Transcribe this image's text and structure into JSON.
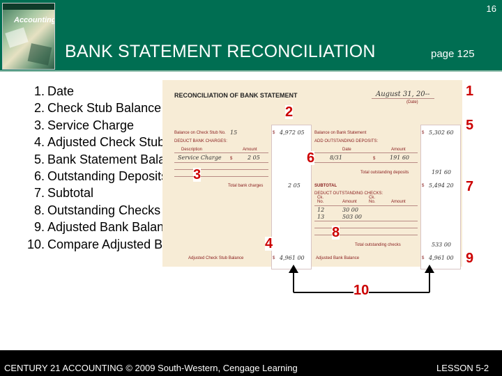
{
  "header": {
    "slide_number": "16",
    "title": "BANK STATEMENT RECONCILIATION",
    "page_ref": "page 125",
    "book_label": "Accounting"
  },
  "steps": [
    {
      "num": "1.",
      "text": "Date"
    },
    {
      "num": "2.",
      "text": "Check Stub Balance"
    },
    {
      "num": "3.",
      "text": "Service Charge"
    },
    {
      "num": "4.",
      "text": "Adjusted Check Stub Balance"
    },
    {
      "num": "5.",
      "text": "Bank Statement Balance"
    },
    {
      "num": "6.",
      "text": "Outstanding Deposits"
    },
    {
      "num": "7.",
      "text": "Subtotal"
    },
    {
      "num": "8.",
      "text": "Outstanding Checks"
    },
    {
      "num": "9.",
      "text": "Adjusted Bank Balance"
    },
    {
      "num": "10.",
      "text": "Compare Adjusted Balances"
    }
  ],
  "form": {
    "title": "RECONCILIATION OF BANK STATEMENT",
    "date_value": "August 31, 20--",
    "date_label": "(Date)",
    "balance_check_stub_label": "Balance on Check Stub No.",
    "check_stub_no": "15",
    "check_stub_balance": "4,972 05",
    "deduct_bank_charges_label": "DEDUCT BANK CHARGES:",
    "add_deposits_label": "ADD OUTSTANDING DEPOSITS:",
    "description_header": "Description",
    "amount_header": "Amount",
    "date_header": "Date",
    "service_charge_desc": "Service Charge",
    "service_charge_amount": "2 05",
    "deposit_date": "8/31",
    "deposit_amount": "191 60",
    "total_bank_charges_label": "Total bank charges",
    "total_bank_charges_value": "2 05",
    "balance_bank_statement_label": "Balance on Bank Statement",
    "bank_statement_balance": "5,302 60",
    "total_deposits_label": "Total outstanding deposits",
    "total_deposits_value": "191 60",
    "subtotal_label": "SUBTOTAL",
    "subtotal_value": "5,494 20",
    "deduct_checks_label": "DEDUCT OUTSTANDING CHECKS:",
    "ck_no_header": "Ck. No.",
    "check_rows": [
      {
        "no": "12",
        "amount": "30 00"
      },
      {
        "no": "13",
        "amount": "503 00"
      }
    ],
    "total_checks_label": "Total outstanding checks",
    "total_checks_value": "533 00",
    "adjusted_check_stub_label": "Adjusted Check Stub Balance",
    "adjusted_check_stub_value": "4,961 00",
    "adjusted_bank_label": "Adjusted Bank Balance",
    "adjusted_bank_value": "4,961 00",
    "dollar": "$"
  },
  "badges": {
    "b1": "1",
    "b2": "2",
    "b3": "3",
    "b4": "4",
    "b5": "5",
    "b6": "6",
    "b7": "7",
    "b8": "8",
    "b9": "9",
    "b10": "10"
  },
  "footer": {
    "left": "CENTURY 21 ACCOUNTING © 2009 South-Western, Cengage Learning",
    "right": "LESSON 5-2"
  }
}
